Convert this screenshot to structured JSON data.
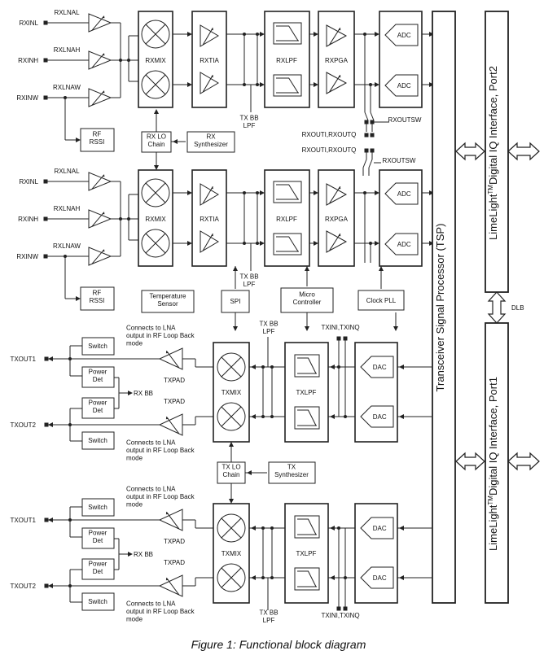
{
  "caption": "Figure 1: Functional block diagram",
  "rx_chains": [
    {
      "inputs": [
        {
          "pin": "RXINL",
          "lna": "RXLNAL"
        },
        {
          "pin": "RXINH",
          "lna": "RXLNAH"
        },
        {
          "pin": "RXINW",
          "lna": "RXLNAW"
        }
      ],
      "rssi": "RF\nRSSI",
      "mix": "RXMIX",
      "tia": "RXTIA",
      "lpf": "RXLPF",
      "pga": "RXPGA",
      "adc": [
        "ADC",
        "ADC"
      ],
      "txbb": "TX BB\nLPF",
      "outsw": "RXOUTSW"
    },
    {
      "inputs": [
        {
          "pin": "RXINL",
          "lna": "RXLNAL"
        },
        {
          "pin": "RXINH",
          "lna": "RXLNAH"
        },
        {
          "pin": "RXINW",
          "lna": "RXLNAW"
        }
      ],
      "rssi": "RF\nRSSI",
      "mix": "RXMIX",
      "tia": "RXTIA",
      "lpf": "RXLPF",
      "pga": "RXPGA",
      "adc": [
        "ADC",
        "ADC"
      ],
      "txbb": "TX BB\nLPF",
      "outsw": "RXOUTSW"
    }
  ],
  "rx_lo": {
    "chain": "RX LO\nChain",
    "synth": "RX\nSynthesizer"
  },
  "rxout_labels": [
    "RXOUTI,RXOUTQ",
    "RXOUTI,RXOUTQ"
  ],
  "misc_blocks": {
    "temp": "Temperature\nSensor",
    "spi": "SPI",
    "micro": "Micro\nController",
    "clock": "Clock PLL"
  },
  "tx_chains": [
    {
      "switch": [
        "Switch",
        "Switch"
      ],
      "powerdet": [
        "Power\nDet",
        "Power\nDet"
      ],
      "outputs": [
        "TXOUT1",
        "TXOUT2"
      ],
      "pad": [
        "TXPAD",
        "TXPAD"
      ],
      "rxbb": "RX BB",
      "notes": [
        "Connects to LNA\noutput in RF Loop Back\nmode",
        "Connects to LNA\noutput in RF Loop Back\nmode"
      ],
      "mix": "TXMIX",
      "lpf": "TXLPF",
      "dac": [
        "DAC",
        "DAC"
      ],
      "txbb": "TX BB\nLPF",
      "txin": "TXINI,TXINQ"
    },
    {
      "switch": [
        "Switch",
        "Switch"
      ],
      "powerdet": [
        "Power\nDet",
        "Power\nDet"
      ],
      "outputs": [
        "TXOUT1",
        "TXOUT2"
      ],
      "pad": [
        "TXPAD",
        "TXPAD"
      ],
      "rxbb": "RX BB",
      "notes": [
        "Connects to LNA\noutput in RF Loop Back\nmode",
        "Connects to LNA\noutput in RF Loop Back\nmode"
      ],
      "mix": "TXMIX",
      "lpf": "TXLPF",
      "dac": [
        "DAC",
        "DAC"
      ],
      "txbb": "TX BB\nLPF",
      "txin": "TXINI,TXINQ"
    }
  ],
  "tx_lo": {
    "chain": "TX LO\nChain",
    "synth": "TX\nSynthesizer"
  },
  "tsp": "Transceiver Signal Processor (TSP)",
  "lml": [
    {
      "prefix": "LimeLight",
      "sup": "TM",
      "rest": "Digital IQ Interface,  Port2"
    },
    {
      "prefix": "LimeLight",
      "sup": "TM",
      "rest": "Digital IQ Interface,  Port1"
    }
  ],
  "dlb": "DLB"
}
